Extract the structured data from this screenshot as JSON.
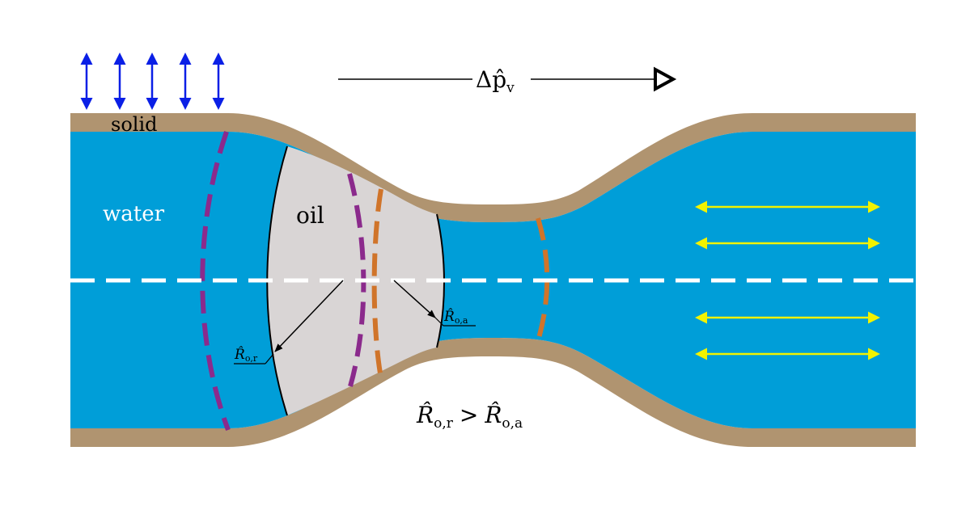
{
  "labels": {
    "solid": "solid",
    "water": "water",
    "oil": "oil",
    "pressure_symbol": "Δp̂",
    "pressure_sub": "v",
    "r_o_r_symbol": "R̂",
    "r_o_r_sub": "o,r",
    "r_o_a_symbol": "R̂",
    "r_o_a_sub": "o,a",
    "inequality_left_symbol": "R̂",
    "inequality_left_sub": "o,r",
    "inequality_op": ">",
    "inequality_right_symbol": "R̂",
    "inequality_right_sub": "o,a"
  },
  "colors": {
    "water": "#009ed8",
    "solid": "#b09470",
    "oil": "#d9d5d5",
    "receding_meniscus_dash": "#8b2a8c",
    "advancing_meniscus_dash": "#d0742a",
    "vertical_arrows": "#0a1fe6",
    "horizontal_arrows": "#f2f200",
    "centerline": "#ffffff",
    "ink": "#000000"
  }
}
